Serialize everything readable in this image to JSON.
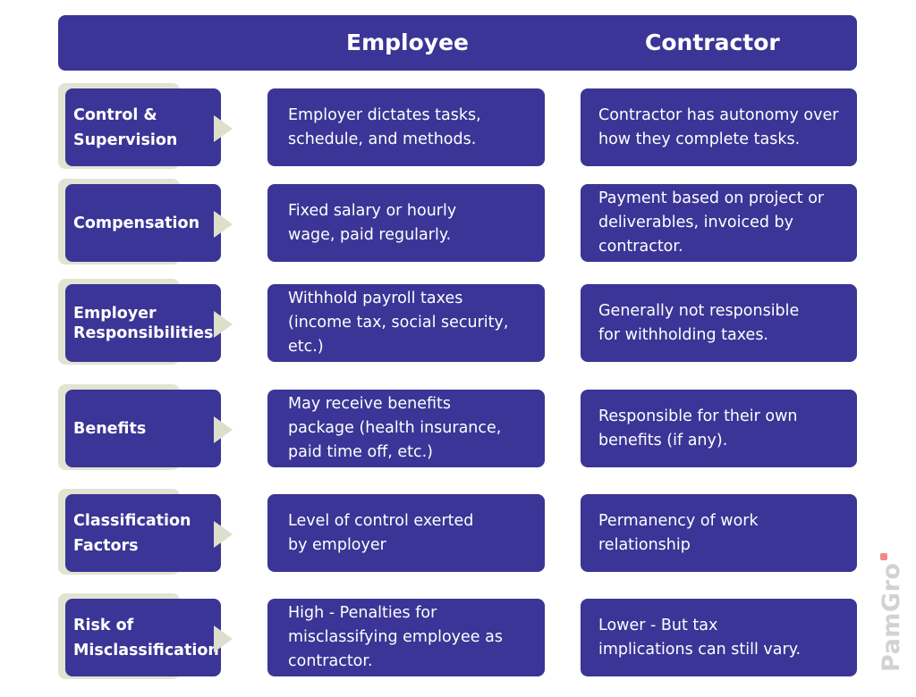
{
  "header": {
    "employee": "Employee",
    "contractor": "Contractor"
  },
  "rows": [
    {
      "label": "Control &\nSupervision",
      "employee": "Employer dictates tasks,\nschedule, and methods.",
      "contractor": "Contractor has autonomy over\nhow they complete tasks."
    },
    {
      "label": "Compensation",
      "employee": "Fixed salary or hourly\nwage, paid regularly.",
      "contractor": "Payment based on project or\ndeliverables, invoiced by\ncontractor."
    },
    {
      "label": "Employer\nResponsibilities",
      "employee": "Withhold payroll taxes\n(income tax, social security,\netc.)",
      "contractor": "Generally not responsible\nfor withholding taxes."
    },
    {
      "label": "Benefits",
      "employee": "May receive benefits\npackage (health insurance,\npaid time off, etc.)",
      "contractor": "Responsible for their own\nbenefits (if any)."
    },
    {
      "label": "Classification\nFactors",
      "employee": "Level of control exerted\nby employer",
      "contractor": "Permanency of work\nrelationship"
    },
    {
      "label": "Risk of\nMisclassification",
      "employee": "High - Penalties for\nmisclassifying employee as\ncontractor.",
      "contractor": "Lower - But tax\nimplications can still vary."
    }
  ],
  "logo": "PamGro"
}
